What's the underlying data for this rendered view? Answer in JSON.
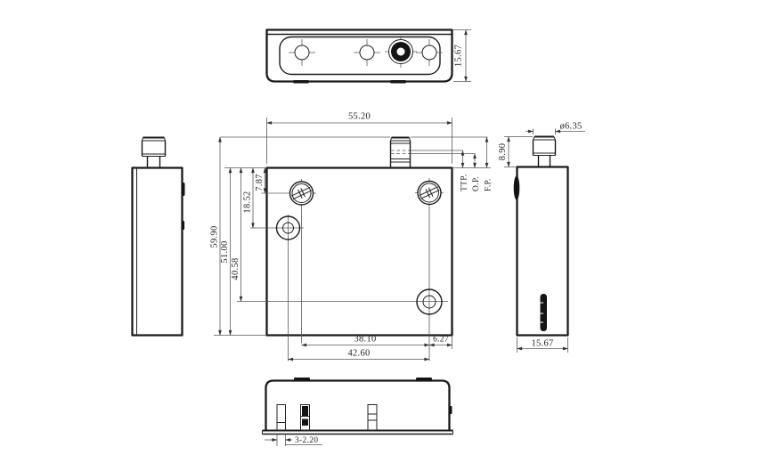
{
  "drawing": {
    "type": "mechanical-orthographic-drawing",
    "line_color": "#1b1b1b",
    "background": "#ffffff",
    "dims": {
      "width_top": "55.20",
      "overall_height": "59.90",
      "body_height": "51.00",
      "hole2_offset": "40.58",
      "hole1_offset": "18.52",
      "screw_offset": "7.87",
      "screw_to_hole2": "38.10",
      "hole1_to_hole2": "42.60",
      "hole2_to_edge": "6.27",
      "depth_top": "15.67",
      "depth_right": "15.67",
      "connector_dia": "ø6.35",
      "connector_height": "8.90",
      "pins_note": "3-2.20"
    },
    "planes": {
      "ttp": "TTP.",
      "op": "O.P.",
      "fp": "F.P."
    }
  }
}
